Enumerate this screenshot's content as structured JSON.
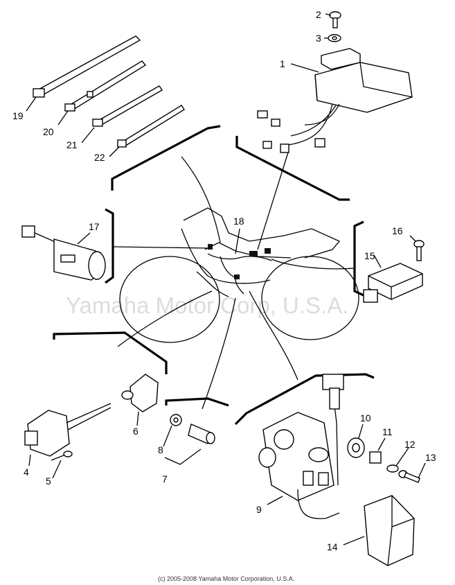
{
  "watermark": "Yamaha Motor Corp, U.S.A.",
  "copyright": "(c) 2005-2008 Yamaha Motor Corporation, U.S.A.",
  "callouts": {
    "c1": "1",
    "c2": "2",
    "c3": "3",
    "c4": "4",
    "c5": "5",
    "c6": "6",
    "c7": "7",
    "c8": "8",
    "c9": "9",
    "c10": "10",
    "c11": "11",
    "c12": "12",
    "c13": "13",
    "c14": "14",
    "c15": "15",
    "c16": "16",
    "c17": "17",
    "c18": "18",
    "c19": "19",
    "c20": "20",
    "c21": "21",
    "c22": "22"
  }
}
